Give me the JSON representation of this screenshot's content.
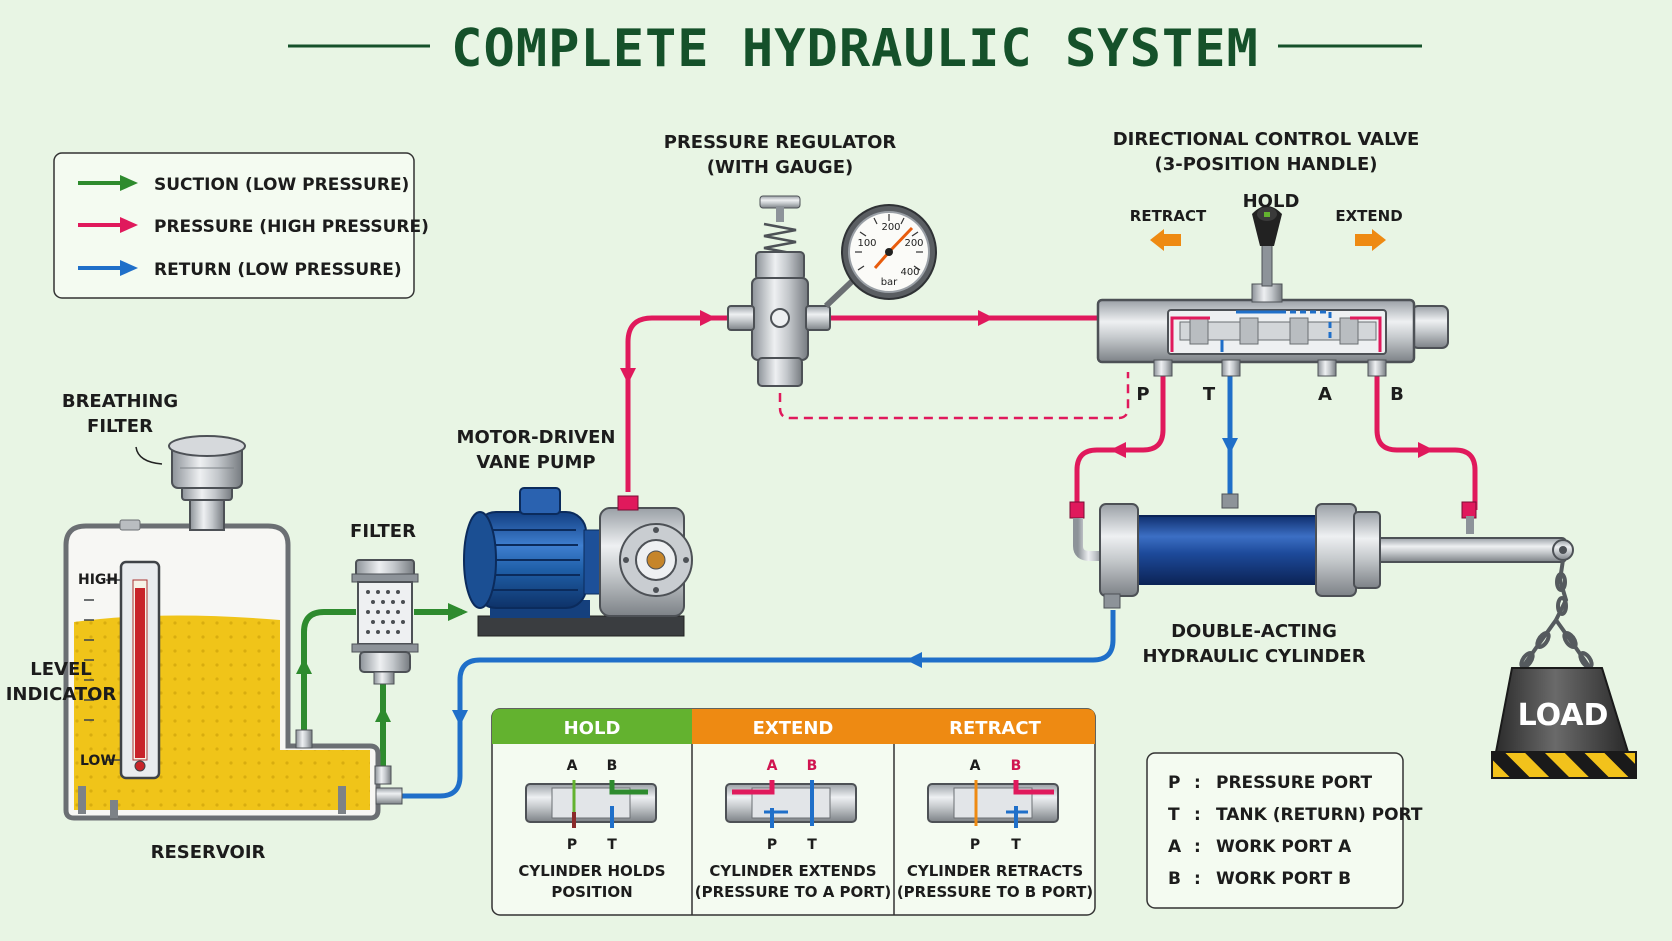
{
  "title": "COMPLETE HYDRAULIC SYSTEM",
  "legend": [
    {
      "label": "SUCTION (LOW PRESSURE)",
      "color": "#2e8b2e"
    },
    {
      "label": "PRESSURE (HIGH PRESSURE)",
      "color": "#e0195c"
    },
    {
      "label": "RETURN (LOW PRESSURE)",
      "color": "#1f6fc9"
    }
  ],
  "components": {
    "breathing_filter": [
      "BREATHING",
      "FILTER"
    ],
    "level_indicator": [
      "LEVEL",
      "INDICATOR"
    ],
    "level_high": "HIGH",
    "level_low": "LOW",
    "reservoir": "RESERVOIR",
    "filter": "FILTER",
    "pump": [
      "MOTOR-DRIVEN",
      "VANE PUMP"
    ],
    "regulator": [
      "PRESSURE REGULATOR",
      "(WITH GAUGE)"
    ],
    "gauge": {
      "marks": [
        "100",
        "200",
        "200",
        "400"
      ],
      "unit": "bar"
    },
    "valve": [
      "DIRECTIONAL CONTROL VALVE",
      "(3-POSITION HANDLE)"
    ],
    "valve_retract": "RETRACT",
    "valve_hold": "HOLD",
    "valve_extend": "EXTEND",
    "ports": {
      "p": "P",
      "t": "T",
      "a": "A",
      "b": "B"
    },
    "cylinder": [
      "DOUBLE-ACTING",
      "HYDRAULIC CYLINDER"
    ],
    "load": "LOAD"
  },
  "modes": [
    {
      "name": "HOLD",
      "color": "#63b22f",
      "ports_top": [
        "A",
        "B"
      ],
      "ports_bottom": [
        "P",
        "T"
      ],
      "caption": [
        "CYLINDER HOLDS",
        "POSITION"
      ]
    },
    {
      "name": "EXTEND",
      "color": "#ee8a12",
      "ports_top": [
        "A",
        "B"
      ],
      "ports_bottom": [
        "P",
        "T"
      ],
      "caption": [
        "CYLINDER EXTENDS",
        "(PRESSURE TO A PORT)"
      ]
    },
    {
      "name": "RETRACT",
      "color": "#ee8a12",
      "ports_top": [
        "A",
        "B"
      ],
      "ports_bottom": [
        "P",
        "T"
      ],
      "caption": [
        "CYLINDER RETRACTS",
        "(PRESSURE TO B PORT)"
      ]
    }
  ],
  "port_key": [
    {
      "code": "P",
      "sep": ":",
      "desc": "PRESSURE PORT"
    },
    {
      "code": "T",
      "sep": ":",
      "desc": "TANK (RETURN) PORT"
    },
    {
      "code": "A",
      "sep": ":",
      "desc": "WORK PORT A"
    },
    {
      "code": "B",
      "sep": ":",
      "desc": "WORK PORT B"
    }
  ],
  "colors": {
    "suction": "#2e8b2e",
    "pressure": "#e0195c",
    "return": "#1f6fc9",
    "oil": "#f0c419",
    "motor": "#1f5fa8",
    "title": "#15512a"
  }
}
